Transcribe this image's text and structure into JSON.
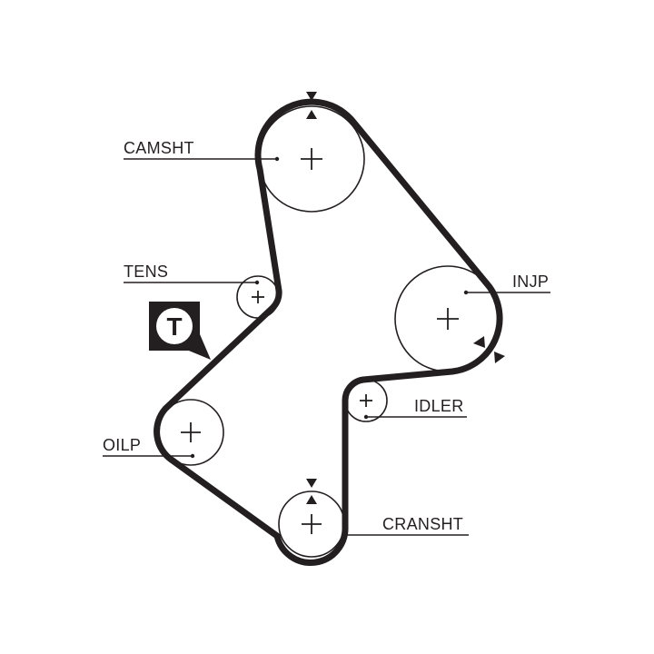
{
  "colors": {
    "ink": "#231f20",
    "background": "#ffffff"
  },
  "labels": {
    "camshaft": "CAMSHT",
    "tensioner": "TENS",
    "injection_pump": "INJP",
    "idler": "IDLER",
    "oil_pump": "OILP",
    "crankshaft": "CRANSHT"
  },
  "tension_badge": {
    "letter": "T",
    "icon": "tensioner-badge-icon"
  }
}
